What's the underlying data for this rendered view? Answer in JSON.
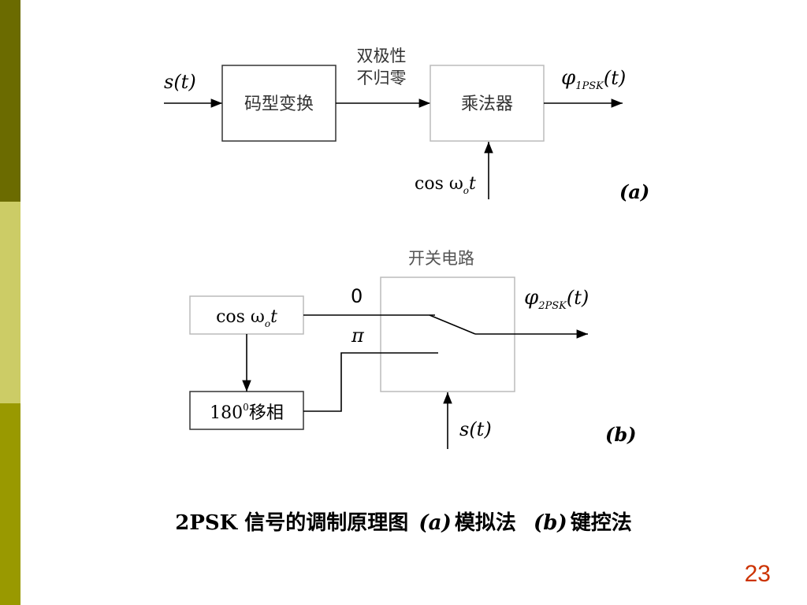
{
  "slide": {
    "page_number": "23",
    "accent_colors": [
      "#6b6b00",
      "#cccc66",
      "#999900"
    ],
    "page_number_color": "#cc3300"
  },
  "diagram_a": {
    "input_label": "s(t)",
    "block1_label": "码型变换",
    "mid_label_line1": "双极性",
    "mid_label_line2": "不归零",
    "block2_label": "乘法器",
    "output_label": "φ",
    "output_sub": "1PSK",
    "output_arg": "(t)",
    "carrier_label": "cos ω",
    "carrier_sub": "o",
    "carrier_t": "t",
    "panel_label": "(a)"
  },
  "diagram_b": {
    "switch_title": "开关电路",
    "carrier_label": "cos ω",
    "carrier_sub": "o",
    "carrier_t": "t",
    "phase_shift_num": "180",
    "phase_shift_sup": "0",
    "phase_shift_text": "移相",
    "input0_label": "0",
    "input_pi_label": "π",
    "control_label": "s(t)",
    "output_label": "φ",
    "output_sub": "2PSK",
    "output_arg": "(t)",
    "panel_label": "(b)"
  },
  "caption": {
    "prefix": "2PSK 信号的调制原理图",
    "a_mark": "(a)",
    "a_text": "模拟法",
    "b_mark": "(b)",
    "b_text": "键控法"
  }
}
